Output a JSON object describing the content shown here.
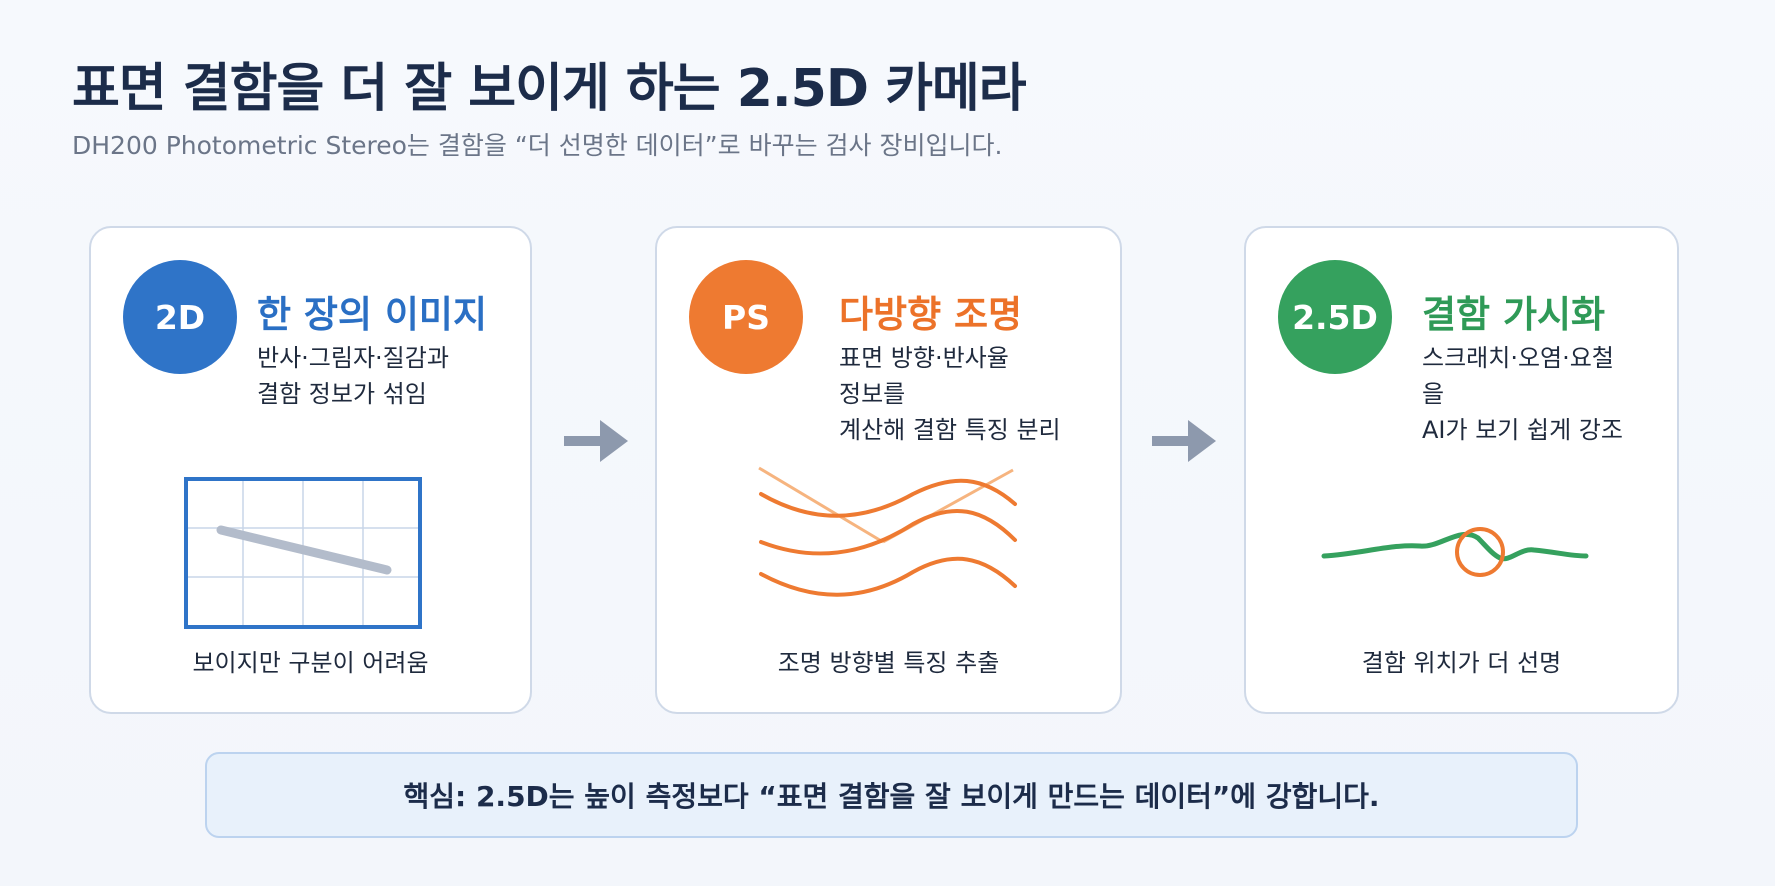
{
  "header": {
    "title": "표면 결함을 더 잘 보이게 하는 2.5D 카메라",
    "subtitle": "DH200 Photometric Stereo는 결함을 “더 선명한 데이터”로 바꾸는 검사 장비입니다."
  },
  "cards": [
    {
      "badge": "2D",
      "heading": "한 장의 이미지",
      "desc": [
        "반사·그림자·질감과",
        "결함 정보가 섞임"
      ],
      "caption": "보이지만 구분이 어려움"
    },
    {
      "badge": "PS",
      "heading": "다방향 조명",
      "desc": [
        "표면 방향·반사율",
        "정보를",
        "계산해 결함 특징 분리"
      ],
      "caption": "조명 방향별 특징 추출"
    },
    {
      "badge": "2.5D",
      "heading": "결함 가시화",
      "desc": [
        "스크래치·오염·요철",
        "을",
        "AI가 보기 쉽게 강조"
      ],
      "caption": "결함 위치가 더 선명"
    }
  ],
  "callout": {
    "text": "핵심: 2.5D는 높이 측정보다 “표면 결함을 잘 보이게 만드는 데이터”에 강합니다."
  },
  "colors": {
    "blue": "#2f74c8",
    "orange": "#ee7a31",
    "green": "#35a15e",
    "arrow": "#8d99ad"
  }
}
